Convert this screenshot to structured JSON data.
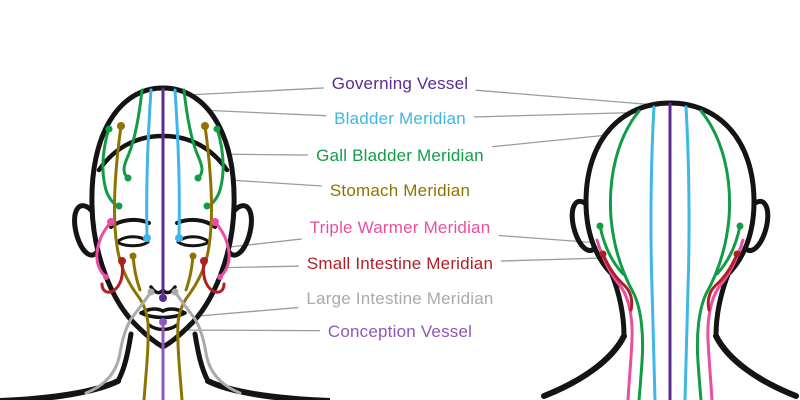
{
  "diagram": {
    "ink_color": "#141414",
    "leader_color": "#9b9b9b",
    "background": "#ffffff"
  },
  "meridians": [
    {
      "label": "Governing Vessel",
      "color": "#5b2b8f"
    },
    {
      "label": "Bladder Meridian",
      "color": "#3fb6e6"
    },
    {
      "label": "Gall Bladder Meridian",
      "color": "#129c47"
    },
    {
      "label": "Stomach Meridian",
      "color": "#8d7400"
    },
    {
      "label": "Triple Warmer Meridian",
      "color": "#ea4e9f"
    },
    {
      "label": "Small Intestine Meridian",
      "color": "#b01f24"
    },
    {
      "label": "Large Intestine Meridian",
      "color": "#aaaaaa"
    },
    {
      "label": "Conception Vessel",
      "color": "#8d58b8"
    }
  ]
}
